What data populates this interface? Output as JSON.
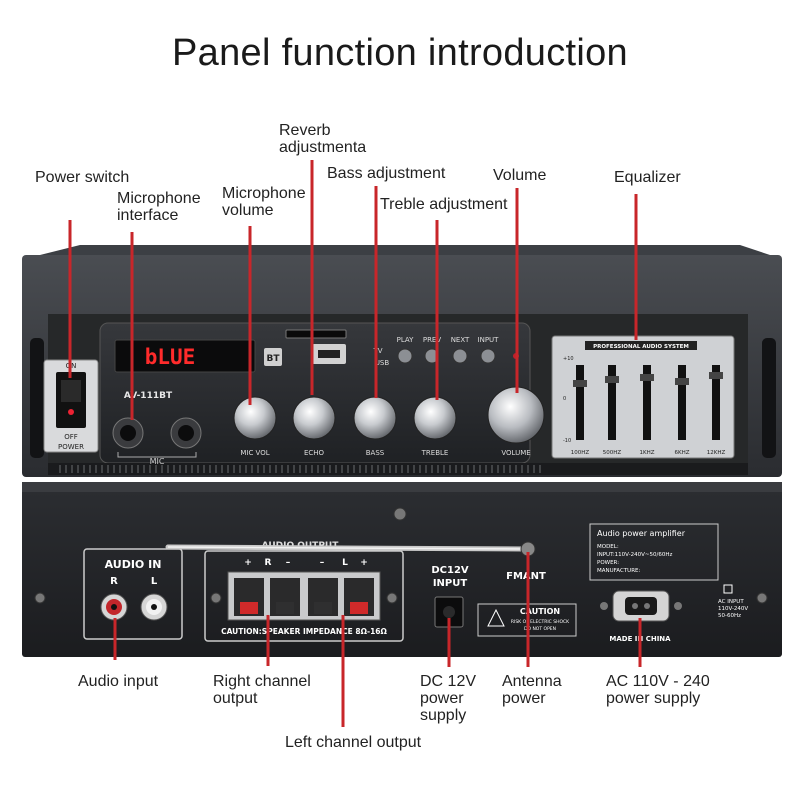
{
  "title": "Panel function introduction",
  "front_labels": {
    "power_switch": "Power switch",
    "microphone_interface": [
      "Microphone",
      "interface"
    ],
    "microphone_volume": [
      "Microphone",
      "volume"
    ],
    "reverb_adjustment": [
      "Reverb",
      "adjustmenta"
    ],
    "bass_adjustment": "Bass adjustment",
    "treble_adjustment": "Treble adjustment",
    "volume": "Volume",
    "equalizer": "Equalizer"
  },
  "back_labels": {
    "audio_input": "Audio input",
    "right_channel_output": [
      "Right channel",
      "output"
    ],
    "left_channel_output": "Left channel output",
    "dc_power_supply": [
      "DC 12V",
      "power",
      "supply"
    ],
    "antenna_power": [
      "Antenna",
      "power"
    ],
    "ac_power_supply": [
      "AC 110V - 240",
      "power supply"
    ]
  },
  "front_panel": {
    "display_text": "bLUE",
    "model": "AV-111BT",
    "bt": "BT",
    "on": "ON",
    "off": "OFF",
    "power": "POWER",
    "mic": "MIC",
    "usb": "USB",
    "tv": "TV",
    "buttons": [
      "PLAY",
      "PREV",
      "NEXT",
      "INPUT"
    ],
    "knob_labels": [
      "MIC VOL",
      "ECHO",
      "BASS",
      "TREBLE",
      "VOLUME"
    ],
    "eq_title": "PROFESSIONAL AUDIO SYSTEM",
    "eq_bands": [
      "100HZ",
      "500HZ",
      "1KHZ",
      "6KHZ",
      "12KHZ"
    ],
    "eq_scale": [
      "+10",
      "0",
      "-10"
    ]
  },
  "back_panel": {
    "audio_in": "AUDIO IN",
    "r": "R",
    "l": "L",
    "audio_output": "AUDIO OUTPUT",
    "speaker_marks": [
      "+",
      "R",
      "–",
      "–",
      "L",
      "+"
    ],
    "caution_speaker": "CAUTION:SPEAKER IMPEDANCE 8Ω-16Ω",
    "dc_input": [
      "DC12V",
      "INPUT"
    ],
    "fmant": "FMANT",
    "caution": "CAUTION",
    "caution_sub": [
      "RISK OF ELECTRIC SHOCK",
      "DO NOT OPEN"
    ],
    "plate_title": "Audio power amplifier",
    "plate_lines": [
      "MODEL:",
      "INPUT:110V-240V~50/60Hz",
      "POWER:",
      "MANUFACTURE:"
    ],
    "ac_input": [
      "AC INPUT",
      "110V-240V",
      "50-60Hz"
    ],
    "made_in": "MADE IN CHINA"
  }
}
